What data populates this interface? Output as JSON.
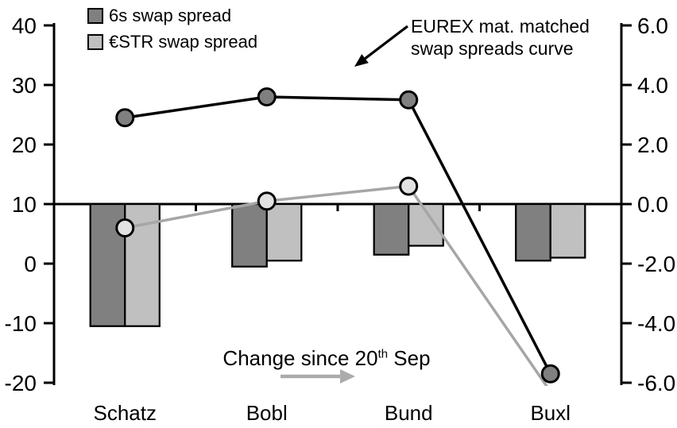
{
  "chart_data": {
    "type": "combo_bar_line",
    "categories": [
      "Schatz",
      "Bobl",
      "Bund",
      "Buxl"
    ],
    "left_axis": {
      "ticks": [
        "40",
        "30",
        "20",
        "10",
        "0",
        "-10",
        "-20"
      ],
      "min": -20,
      "max": 40
    },
    "right_axis": {
      "ticks": [
        "6.0",
        "4.0",
        "2.0",
        "0.0",
        "-2.0",
        "-4.0",
        "-6.0"
      ],
      "min": -6,
      "max": 6
    },
    "bar_baseline_right": 0.0,
    "series": [
      {
        "key": "6s-bar",
        "name": "6s swap spread",
        "type": "bar",
        "axis": "right",
        "values": [
          -4.1,
          -2.1,
          -1.7,
          -1.9
        ],
        "fill": "#808080"
      },
      {
        "key": "estr-bar",
        "name": "€STR swap spread",
        "type": "bar",
        "axis": "right",
        "values": [
          -4.1,
          -1.9,
          -1.4,
          -1.8
        ],
        "fill": "#c0c0c0"
      },
      {
        "key": "6s-line",
        "name": "6s swap spread curve",
        "type": "line",
        "axis": "left",
        "values": [
          24.5,
          28.0,
          27.5,
          -18.5
        ],
        "stroke": "#000000",
        "marker_fill": "#808080"
      },
      {
        "key": "estr-line",
        "name": "€STR swap spread curve",
        "type": "line",
        "axis": "left",
        "values": [
          6.0,
          10.5,
          13.0,
          -21.5
        ],
        "stroke": "#a6a6a6",
        "marker_fill": "#e2e2e2",
        "last_point_clipped_below_axis": true
      }
    ],
    "legend": [
      {
        "label": "6s swap spread",
        "swatch": "#808080"
      },
      {
        "label": "€STR swap spread",
        "swatch": "#c0c0c0"
      }
    ],
    "annotations": {
      "curve": {
        "lines": [
          "EUREX mat. matched",
          "swap spreads curve"
        ],
        "arrow": "points-down-left-to-curve",
        "arrow_color": "#000000"
      },
      "change": {
        "pre": "Change since 20",
        "sup": "th",
        "post": " Sep",
        "arrow": "points-right",
        "arrow_color": "#ababab"
      }
    },
    "legend_position": "top-left",
    "grid": "off"
  }
}
